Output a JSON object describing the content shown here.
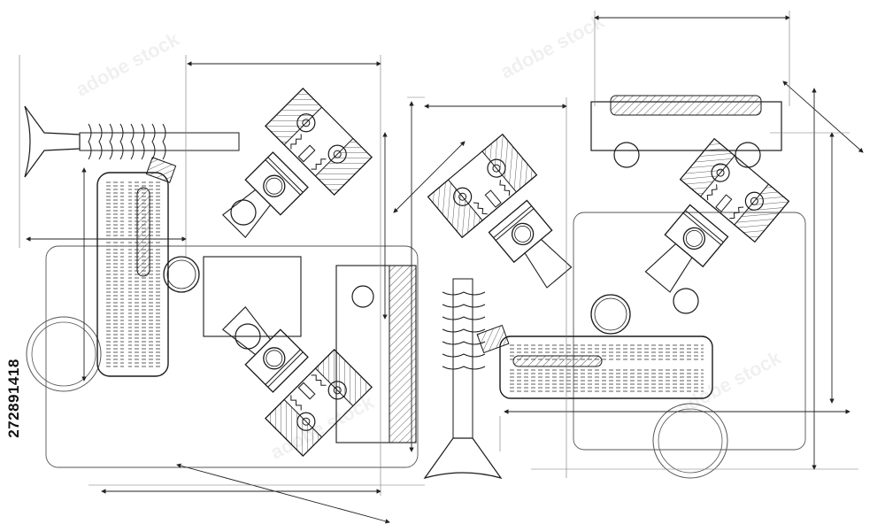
{
  "stock_id": "272891418",
  "watermark": "adobe stock",
  "colors": {
    "background": "#ffffff",
    "line": "#1a1a1a",
    "thin_line": "#555555",
    "hatch": "#333333"
  },
  "view_left": {
    "title": "left-engine-section"
  },
  "view_right": {
    "title": "right-engine-section"
  }
}
